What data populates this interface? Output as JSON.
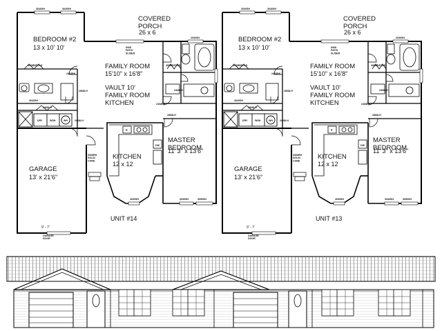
{
  "units": [
    {
      "id": "unit-14",
      "unit_label": "UNIT #14",
      "covered_porch": {
        "name": "COVERED\nPORCH",
        "size": "26 x 6"
      },
      "bedroom2": {
        "name": "BEDROOM #2",
        "size": "13 x 10' 10'"
      },
      "family_room": {
        "name": "FAMILY ROOM",
        "size": "15'10\" x 16'8\"",
        "note1": "VAULT 10'",
        "note2": "FAMILY ROOM",
        "note3": "KITCHEN"
      },
      "master": {
        "name": "MASTER\nBEDROOM",
        "size": "11' 3\" x 13'6\""
      },
      "kitchen": {
        "name": "KITCHEN",
        "size": "12 x 12"
      },
      "garage": {
        "name": "GARAGE",
        "size": "13' x 21'6\"",
        "door_dim": "9' - 7'",
        "door_note": "GARAGE\nDOOR"
      },
      "tags": {
        "patio": "6068\nPATIO\nSLIDER",
        "bifold_bed": "4068BIFOLD",
        "bifold_mb": "4068BIFOLD",
        "window_top_left": "3040SH",
        "window_top_mid": "3040SH",
        "window_top_right": "2030SH",
        "dryer": "DRY",
        "washer": "WSH",
        "wh": "WH",
        "laundry": "2468LH",
        "closet1": "3040SH",
        "closet2": "2468LH",
        "closet3": "2468RH",
        "bed_closet": "2868LH",
        "mb_door": "2868LH",
        "mb_window1": "3040SH",
        "mb_window2": "3050SH",
        "kitchen_window": "4030SH",
        "rev_door": "3068RH\nSOLID\nCORE",
        "mb_bath_window": "2030SH",
        "bath_door": "2468LH",
        "rh_door": "2468RH",
        "utility": "DW",
        "range": "R",
        "ref": "REF"
      }
    },
    {
      "id": "unit-13",
      "unit_label": "UNIT #13",
      "covered_porch": {
        "name": "COVERED\nPORCH",
        "size": "26 x 6"
      },
      "bedroom2": {
        "name": "BEDROOM #2",
        "size": "13 x 10' 10'"
      },
      "family_room": {
        "name": "FAMILY ROOM",
        "size": "15'10\" x 16'8\"",
        "note1": "VAULT 10'",
        "note2": "FAMILY ROOM",
        "note3": "KITCHEN"
      },
      "master": {
        "name": "MASTER\nBEDROOM",
        "size": "11' 3\" x 13'6\""
      },
      "kitchen": {
        "name": "KITCHEN",
        "size": "12 x 12"
      },
      "garage": {
        "name": "GARAGE",
        "size": "13' x 21'6\"",
        "door_dim": "9' - 7'",
        "door_note": "GARAGE\nDOOR"
      },
      "tags": {
        "patio": "6068\nPATIO\nSLIDER",
        "bifold_bed": "4068BIFOLD",
        "bifold_mb": "4068BIFOLD",
        "window_top_left": "3040SH",
        "window_top_mid": "3040SH",
        "window_top_right": "2030SH",
        "dryer": "DRY",
        "washer": "WSH",
        "wh": "WH",
        "laundry": "2468LH",
        "closet1": "3040SH",
        "closet2": "2468LH",
        "closet3": "2468RH",
        "bed_closet": "2868LH",
        "mb_door": "2868LH",
        "mb_window1": "3040SH",
        "mb_window2": "3050SH",
        "kitchen_window": "4030SH",
        "rev_door": "3068RH\nSOLID\nCORE",
        "mb_bath_window": "2030SH",
        "bath_door": "2468LH",
        "rh_door": "2468RH",
        "utility": "DW",
        "range": "R",
        "ref": "REF"
      }
    }
  ],
  "colors": {
    "line": "#000000",
    "background": "#ffffff",
    "roof": "#9a9a9a"
  }
}
